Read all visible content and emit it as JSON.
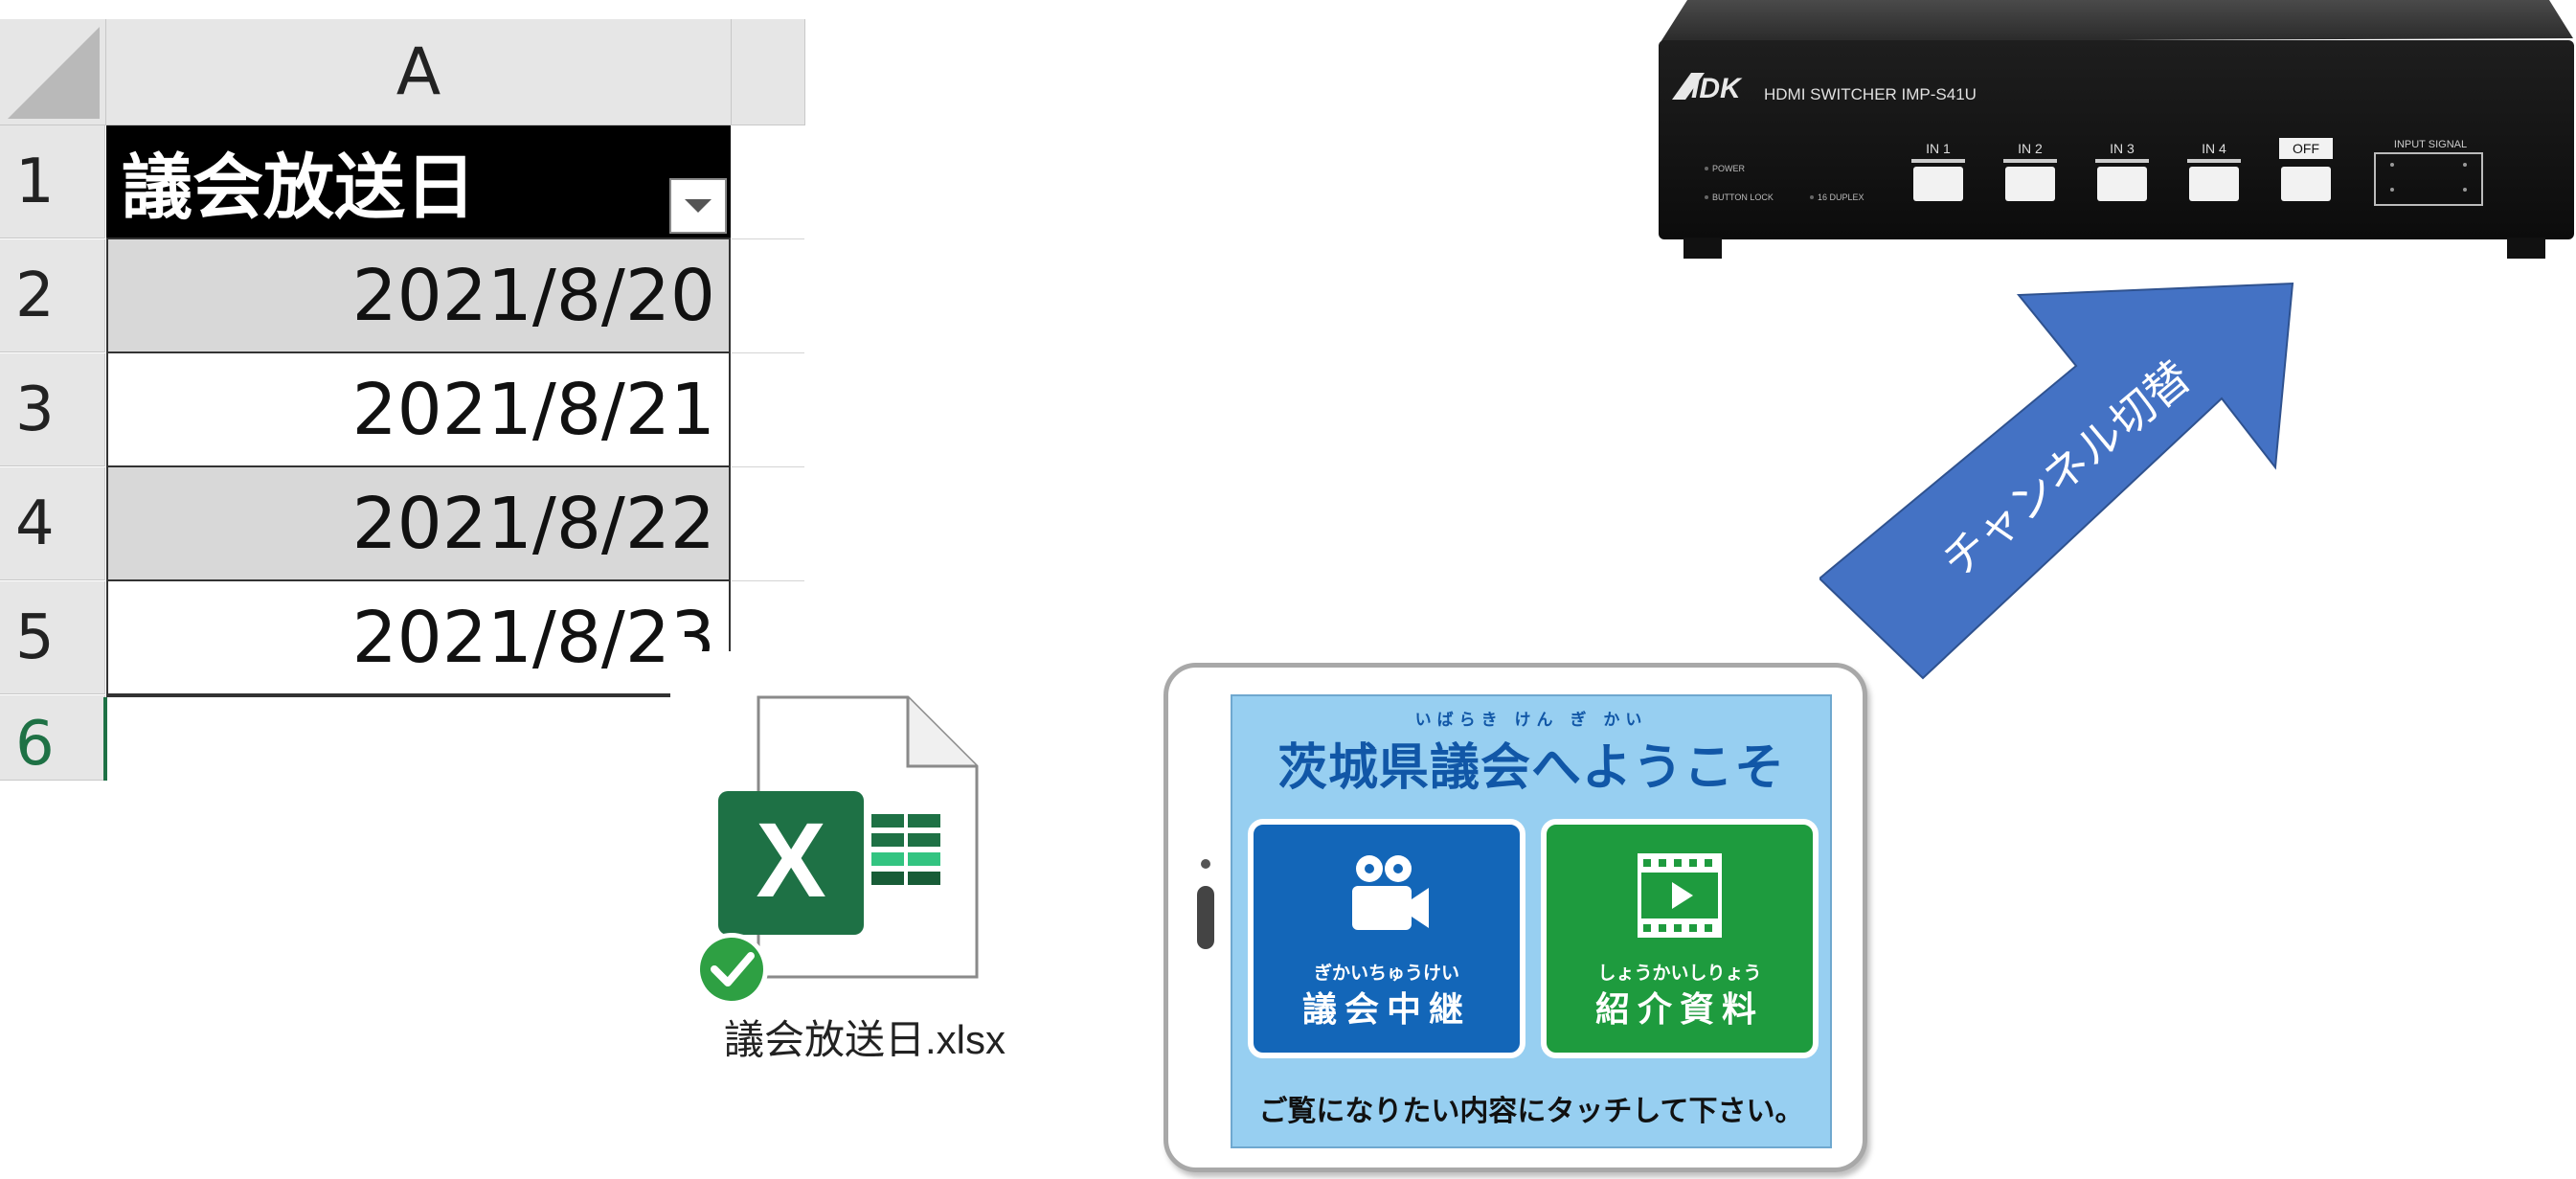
{
  "sheet": {
    "column_header": "A",
    "row_numbers": [
      "1",
      "2",
      "3",
      "4",
      "5",
      "6"
    ],
    "header_cell": "議会放送日",
    "dates": [
      "2021/8/20",
      "2021/8/21",
      "2021/8/22",
      "2021/8/23"
    ]
  },
  "file": {
    "name": "議会放送日.xlsx",
    "badge_letter": "X"
  },
  "tablet": {
    "welcome_ruby": "いばらき けん ぎ かい",
    "welcome_title": "茨城県議会へようこそ",
    "tile_broadcast_ruby": "ぎかいちゅうけい",
    "tile_broadcast_label": "議会中継",
    "tile_materials_ruby": "しょうかいしりょう",
    "tile_materials_label": "紹介資料",
    "touch_prompt": "ご覧になりたい内容にタッチして下さい。"
  },
  "switcher": {
    "brand": "IDK",
    "model_text": "HDMI SWITCHER  IMP-S41U",
    "buttons": [
      "IN 1",
      "IN 2",
      "IN 3",
      "IN 4",
      "OFF"
    ],
    "input_signal_label": "INPUT SIGNAL",
    "indicators": [
      "POWER",
      "BUTTON LOCK",
      "16 DUPLEX"
    ]
  },
  "arrow": {
    "label": "チャンネル切替",
    "color": "#4472c4"
  }
}
